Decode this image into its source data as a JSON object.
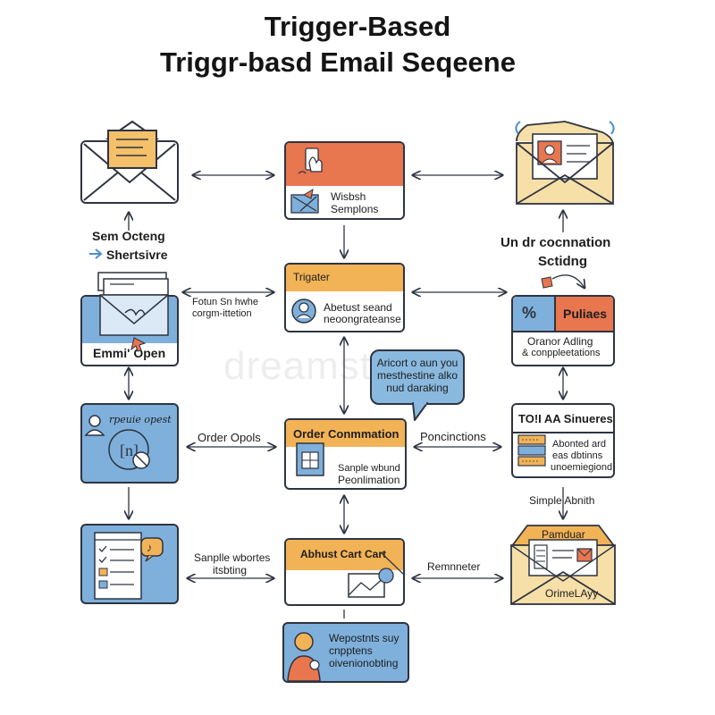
{
  "title": {
    "line1": "Trigger-Based",
    "line2": "Triggr-basd Email Seqeene"
  },
  "colors": {
    "orange": "#e8764f",
    "yellow": "#f2b357",
    "blue": "#7fb0dc",
    "cream": "#f7dfa8",
    "outline": "#2e3440"
  },
  "cards": {
    "website": {
      "line1": "Wisbsh",
      "line2": "Semplons"
    },
    "trigger": {
      "header": "Trigater",
      "line1": "Abetust seand",
      "line2": "neoongrateanse"
    },
    "order": {
      "header": "Order Conmmation",
      "line1": "Sanple wbund",
      "line2": "Peonlimation"
    },
    "abandon": {
      "header": "Abhust Cart Cart"
    },
    "profile": {
      "line1": "Wepostnts suy",
      "line2": "cnpptens",
      "line3": "oivenionobting"
    },
    "email_open": {
      "label": "Emmi'  Open"
    },
    "email_right": {
      "top": "Pamduar",
      "bottom": "OrimeLAyy"
    },
    "purchase": {
      "header": "Puliaes",
      "line1": "Oranor Adling",
      "line2": "& conppleetations"
    },
    "sinuers": {
      "header": "TO!I AA Sinueres",
      "line1": "Abonted ard",
      "line2": "eas dbtinns",
      "line3": "unoemiegiond."
    },
    "blue_left": {
      "script": "rpeuie opest"
    }
  },
  "labels": {
    "sem_octeng": "Sem Octeng",
    "shertsivre": "Shertsivre",
    "fotun": "Fotun Sn hwhe",
    "corgm": "corgm-ittetion",
    "un_dr": "Un dr cocnnation",
    "sctiding": "Sctidng",
    "order_opols": "Order Opols",
    "poncintions": "Poncinctions",
    "sanple_wbortes": "Sanplle wbortes",
    "itsbing": "itsbting",
    "remnneter": "Remnneter",
    "simple_abnith": "Simple  Abnith"
  },
  "bubble": {
    "line1": "Aricort o aun you",
    "line2": "mesthestine alko",
    "line3": "nud daraking"
  },
  "icons": {
    "percent": "%"
  },
  "watermark": "dreamstime"
}
